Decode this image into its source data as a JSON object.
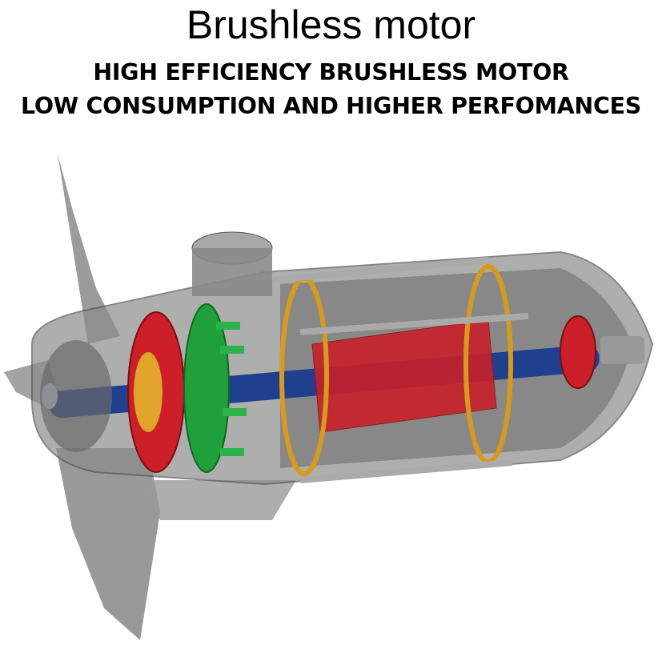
{
  "title": "Brushless motor",
  "subtitle_line1": "HIGH EFFICIENCY BRUSHLESS MOTOR",
  "subtitle_line2": "LOW CONSUMPTION AND HIGHER PERFOMANCES",
  "illustration": {
    "label": "brushless-motor-cutaway-render",
    "colors": {
      "housing": "#7a7a7a",
      "shaft": "#1f3f8f",
      "rotor": "#c8202a",
      "hub": "#1fa03a",
      "ring": "#d89a1a"
    }
  }
}
